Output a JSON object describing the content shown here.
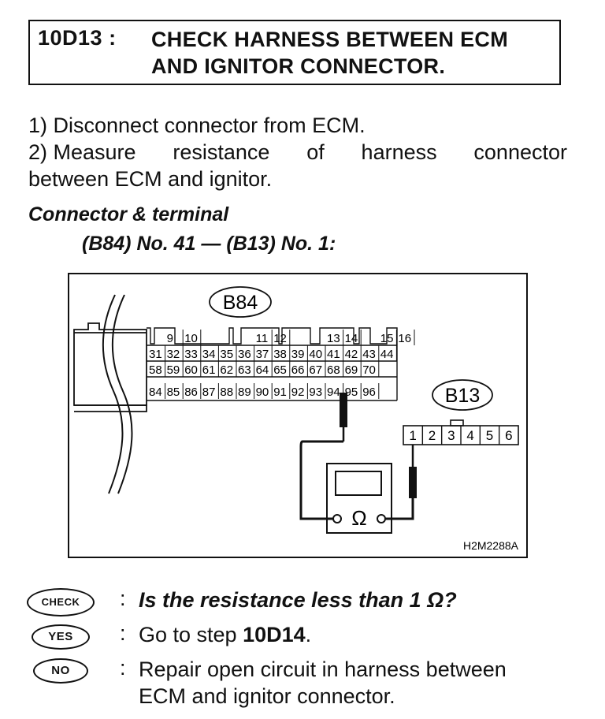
{
  "header": {
    "step_id": "10D13 :",
    "title_line1": "CHECK HARNESS BETWEEN ECM",
    "title_line2": "AND IGNITOR CONNECTOR."
  },
  "instructions": {
    "line1": "1) Disconnect connector from ECM.",
    "line2_words": [
      "2) Measure",
      "resistance",
      "of",
      "harness",
      "connector"
    ],
    "line3": "between ECM and ignitor."
  },
  "connector": {
    "heading": "Connector & terminal",
    "pair": "(B84) No. 41 — (B13) No. 1:"
  },
  "diagram": {
    "ecm_label": "B84",
    "ignitor_label": "B13",
    "figure_code": "H2M2288A",
    "meter_symbol": "Ω",
    "ecm_row1": [
      "",
      "9",
      "10",
      "",
      "",
      "",
      "11",
      "12",
      "",
      "",
      "13",
      "14",
      "",
      "15",
      "16"
    ],
    "ecm_row2": [
      "31",
      "32",
      "33",
      "34",
      "35",
      "36",
      "37",
      "38",
      "39",
      "40",
      "41",
      "42",
      "43",
      "44"
    ],
    "ecm_row3": [
      "58",
      "59",
      "60",
      "61",
      "62",
      "63",
      "64",
      "65",
      "66",
      "67",
      "68",
      "69",
      "70"
    ],
    "ecm_row4": [
      "84",
      "85",
      "86",
      "87",
      "88",
      "89",
      "90",
      "91",
      "92",
      "93",
      "94",
      "95",
      "96"
    ],
    "ignitor_pins": [
      "1",
      "2",
      "3",
      "4",
      "5",
      "6"
    ]
  },
  "qa": {
    "check_badge": "CHECK",
    "check_colon": ":",
    "check_text": "Is the resistance less than 1 Ω?",
    "yes_badge": "YES",
    "yes_colon": ":",
    "yes_prefix": "Go to step ",
    "yes_step": "10D14",
    "yes_suffix": ".",
    "no_badge": "NO",
    "no_colon": ":",
    "no_line1": "Repair open circuit in harness between",
    "no_line2": "ECM and ignitor connector."
  }
}
